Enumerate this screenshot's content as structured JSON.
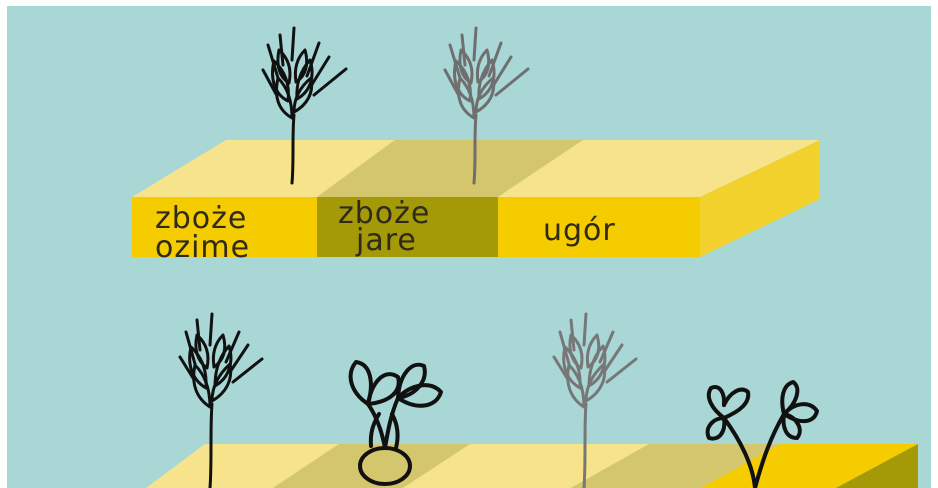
{
  "scene": {
    "background_color": "#a8d7d6",
    "top_field": {
      "labels": [
        {
          "lines": [
            "zboże",
            "ozime"
          ]
        },
        {
          "lines": [
            "zboże",
            "jare"
          ]
        },
        {
          "lines": [
            "ugór"
          ]
        }
      ]
    },
    "top_plants": [
      {
        "type": "wheat-ear",
        "color": "#111111"
      },
      {
        "type": "wheat-ear",
        "color": "#6f6f6f"
      }
    ],
    "bottom_plants": [
      {
        "type": "wheat-ear",
        "color": "#111111"
      },
      {
        "type": "root-crop",
        "color": "#111111"
      },
      {
        "type": "wheat-ear",
        "color": "#777777"
      },
      {
        "type": "clover",
        "color": "#111111"
      }
    ],
    "colors": {
      "yellow_light": "#f7e38c",
      "yellow_dark": "#f4cc00",
      "olive_light": "#d3c66d",
      "olive_dark": "#a49a08"
    }
  }
}
